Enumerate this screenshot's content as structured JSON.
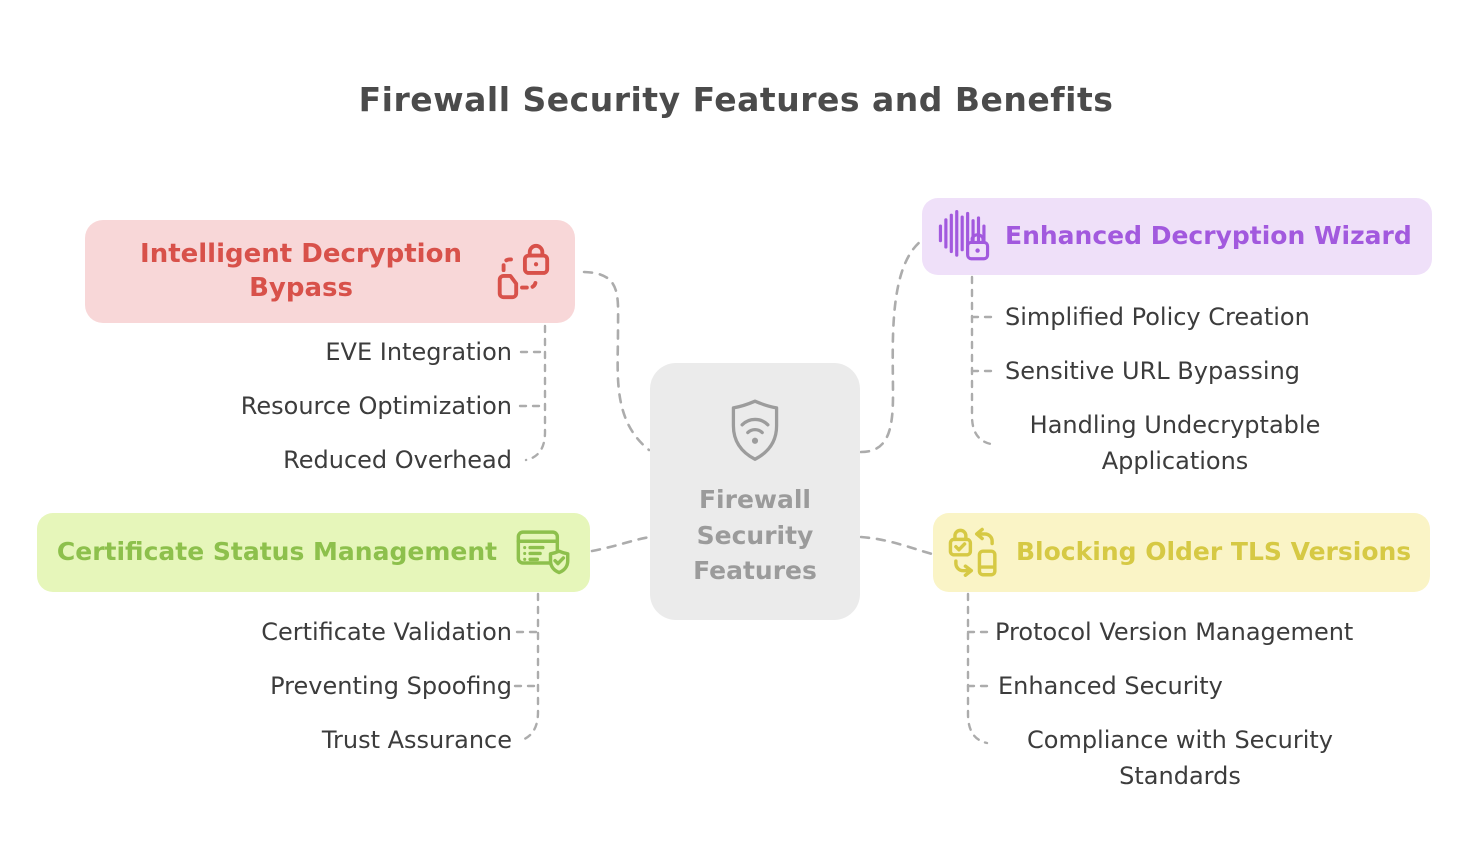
{
  "title": "Firewall Security Features and Benefits",
  "center": {
    "label": "Firewall Security Features",
    "icon": "shield-wifi-icon",
    "bg_color": "#EBEBEB",
    "text_color": "#9B9B9B"
  },
  "branches": [
    {
      "name": "intelligent-decryption-bypass",
      "label": "Intelligent Decryption Bypass",
      "icon": "document-lock-bypass-icon",
      "bg_color": "#F8D7D8",
      "text_color": "#D8514A",
      "position": "top-left",
      "items": [
        "EVE Integration",
        "Resource Optimization",
        "Reduced Overhead"
      ]
    },
    {
      "name": "enhanced-decryption-wizard",
      "label": "Enhanced Decryption Wizard",
      "icon": "waveform-lock-icon",
      "bg_color": "#EFE0F9",
      "text_color": "#A259DE",
      "position": "top-right",
      "items": [
        "Simplified Policy Creation",
        "Sensitive URL Bypassing",
        "Handling Undecryptable Applications"
      ]
    },
    {
      "name": "certificate-status-management",
      "label": "Certificate Status Management",
      "icon": "checklist-shield-icon",
      "bg_color": "#E6F6BA",
      "text_color": "#8DC04C",
      "position": "bottom-left",
      "items": [
        "Certificate Validation",
        "Preventing Spoofing",
        "Trust Assurance"
      ]
    },
    {
      "name": "blocking-older-tls-versions",
      "label": "Blocking Older TLS Versions",
      "icon": "lock-device-swap-icon",
      "bg_color": "#FAF4C6",
      "text_color": "#D6C944",
      "position": "bottom-right",
      "items": [
        "Protocol Version Management",
        "Enhanced Security",
        "Compliance with Security Standards"
      ]
    }
  ],
  "colors": {
    "background": "#FFFFFF",
    "title_text": "#4B4B4B",
    "subitem_text": "#3C3C3C",
    "connector": "#ACACAC"
  }
}
